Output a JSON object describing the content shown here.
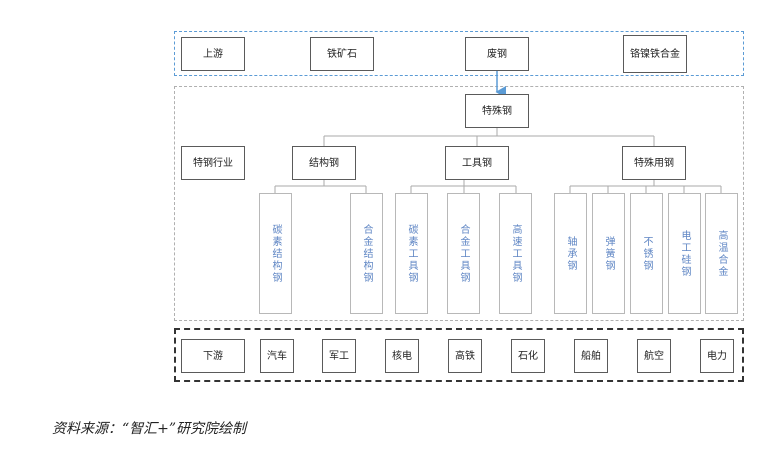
{
  "upstream": {
    "label": "上游",
    "items": [
      "铁矿石",
      "废钢",
      "铬镍铁合金"
    ]
  },
  "industry": {
    "label": "特钢行业",
    "root": "特殊钢",
    "categories": [
      {
        "name": "结构钢",
        "children": [
          "碳素结构钢",
          "合金结构钢"
        ]
      },
      {
        "name": "工具钢",
        "children": [
          "碳素工具钢",
          "合金工具钢",
          "高速工具钢"
        ]
      },
      {
        "name": "特殊用钢",
        "children": [
          "轴承钢",
          "弹簧钢",
          "不锈钢",
          "电工硅钢",
          "高温合金"
        ]
      }
    ]
  },
  "downstream": {
    "label": "下游",
    "items": [
      "汽车",
      "军工",
      "核电",
      "高铁",
      "石化",
      "船舶",
      "航空",
      "电力"
    ]
  },
  "colors": {
    "upstream_border": "#5b9bd5",
    "arrow": "#5b9bd5",
    "leaf_text": "#5f86c4"
  },
  "source": "资料来源：“智汇+”研究院绘制"
}
